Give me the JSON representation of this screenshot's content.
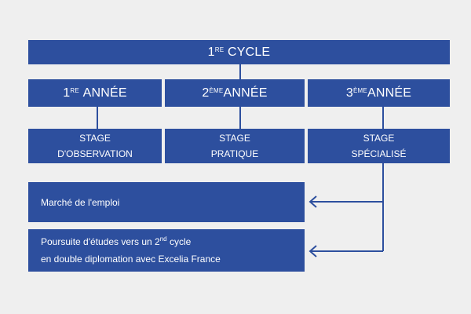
{
  "colors": {
    "box": "#2d4f9e",
    "background": "#efefef",
    "line": "#2d4f9e"
  },
  "cycle": {
    "num": "1",
    "sup": "RE",
    "label": "CYCLE"
  },
  "years": [
    {
      "num": "1",
      "sup": "RE",
      "label": "ANNÉE"
    },
    {
      "num": "2",
      "sup": "ÈME",
      "label": "ANNÉE"
    },
    {
      "num": "3",
      "sup": "ÈME",
      "label": "ANNÉE"
    }
  ],
  "stages": [
    {
      "line1": "STAGE",
      "line2": "D'OBSERVATION"
    },
    {
      "line1": "STAGE",
      "line2": "PRATIQUE"
    },
    {
      "line1": "STAGE",
      "line2": "SPÉCIALISÉ"
    }
  ],
  "outcomes": {
    "job_market": "Marché de l'emploi",
    "studies": {
      "line1_before": "Poursuite d'études vers un 2",
      "line1_sup": "nd",
      "line1_after": " cycle",
      "line2": "en double diplomation avec Excelia France"
    }
  }
}
